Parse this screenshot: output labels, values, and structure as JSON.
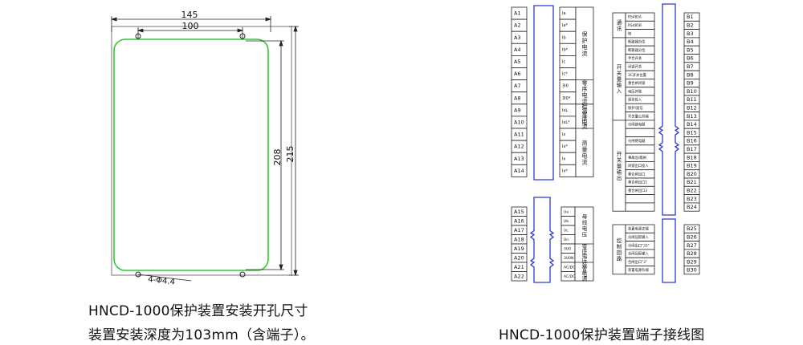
{
  "mounting": {
    "dim_145": "145",
    "dim_100": "100",
    "dim_208": "208",
    "dim_215": "215",
    "hole_note": "4-Φ4.4"
  },
  "captions": {
    "mount_line1": "HNCD-1000保护装置安装开孔尺寸",
    "mount_line2": "装置安装深度为103mm（含端子）。",
    "wiring": "HNCD-1000保护装置端子接线图"
  },
  "terminals": {
    "a_top": [
      "A1",
      "A2",
      "A3",
      "A4",
      "A5",
      "A6",
      "A7",
      "A8",
      "A9",
      "A10",
      "A11",
      "A12",
      "A13",
      "A14"
    ],
    "a_bottom": [
      "A15",
      "A16",
      "A17",
      "A18",
      "A19",
      "A20",
      "A21",
      "A22"
    ],
    "b_top": [
      "B1",
      "B2",
      "B3",
      "B4",
      "B5",
      "B6",
      "B7",
      "B8",
      "B9",
      "B10",
      "B11",
      "B12",
      "B13",
      "B14",
      "B15",
      "B16",
      "B17",
      "B18",
      "B19",
      "B20",
      "B21",
      "B22",
      "B23",
      "B24"
    ],
    "b_bottom": [
      "B25",
      "B26",
      "B27",
      "B28",
      "B29",
      "B30"
    ]
  },
  "signals": {
    "a_top": [
      "Ia",
      "Ia*",
      "Ib",
      "Ib*",
      "Ic",
      "Ic*",
      "3I0",
      "3I0*",
      "IxL",
      "IxL*",
      "Ix",
      "Ix*",
      "Ix",
      "Ix*"
    ],
    "a_bottom": [
      "Ua",
      "Ub",
      "Uc",
      "Un",
      "3U0",
      "3U0N",
      "AC/DC",
      "AC/DC"
    ],
    "b_top": [
      "RS485A",
      "RS485B",
      "地",
      "断路器合位",
      "断路器分位",
      "手合开关",
      "闭锁开关",
      "3C开关位置",
      "重合闸闭锁",
      "电压并联",
      "遥信投入",
      "保护/遥信",
      "开关量公共端",
      "分闸继电器",
      "",
      "分闸继电器",
      "",
      "事故总/跳闸",
      "闭锁出口投入",
      "重合闸出口",
      "重合闸出口1",
      "重合闸出口2",
      "",
      ""
    ],
    "b_bottom": [
      "装置电源正端",
      "分闸压板输入",
      "分闸出口\"33\"",
      "合闸压板输入",
      "合闸出口\"3\"",
      "装置电源负端"
    ]
  },
  "groups": {
    "a_top": [
      "保护电流",
      "零序电流",
      "检测零序电流",
      "测量电流"
    ],
    "a_bottom": [
      "母线电压",
      "零序电压",
      "装置电源"
    ],
    "b_top": [
      "通讯",
      "开关量输入",
      "开关量输出"
    ],
    "b_bottom": [
      "控制回路"
    ]
  }
}
